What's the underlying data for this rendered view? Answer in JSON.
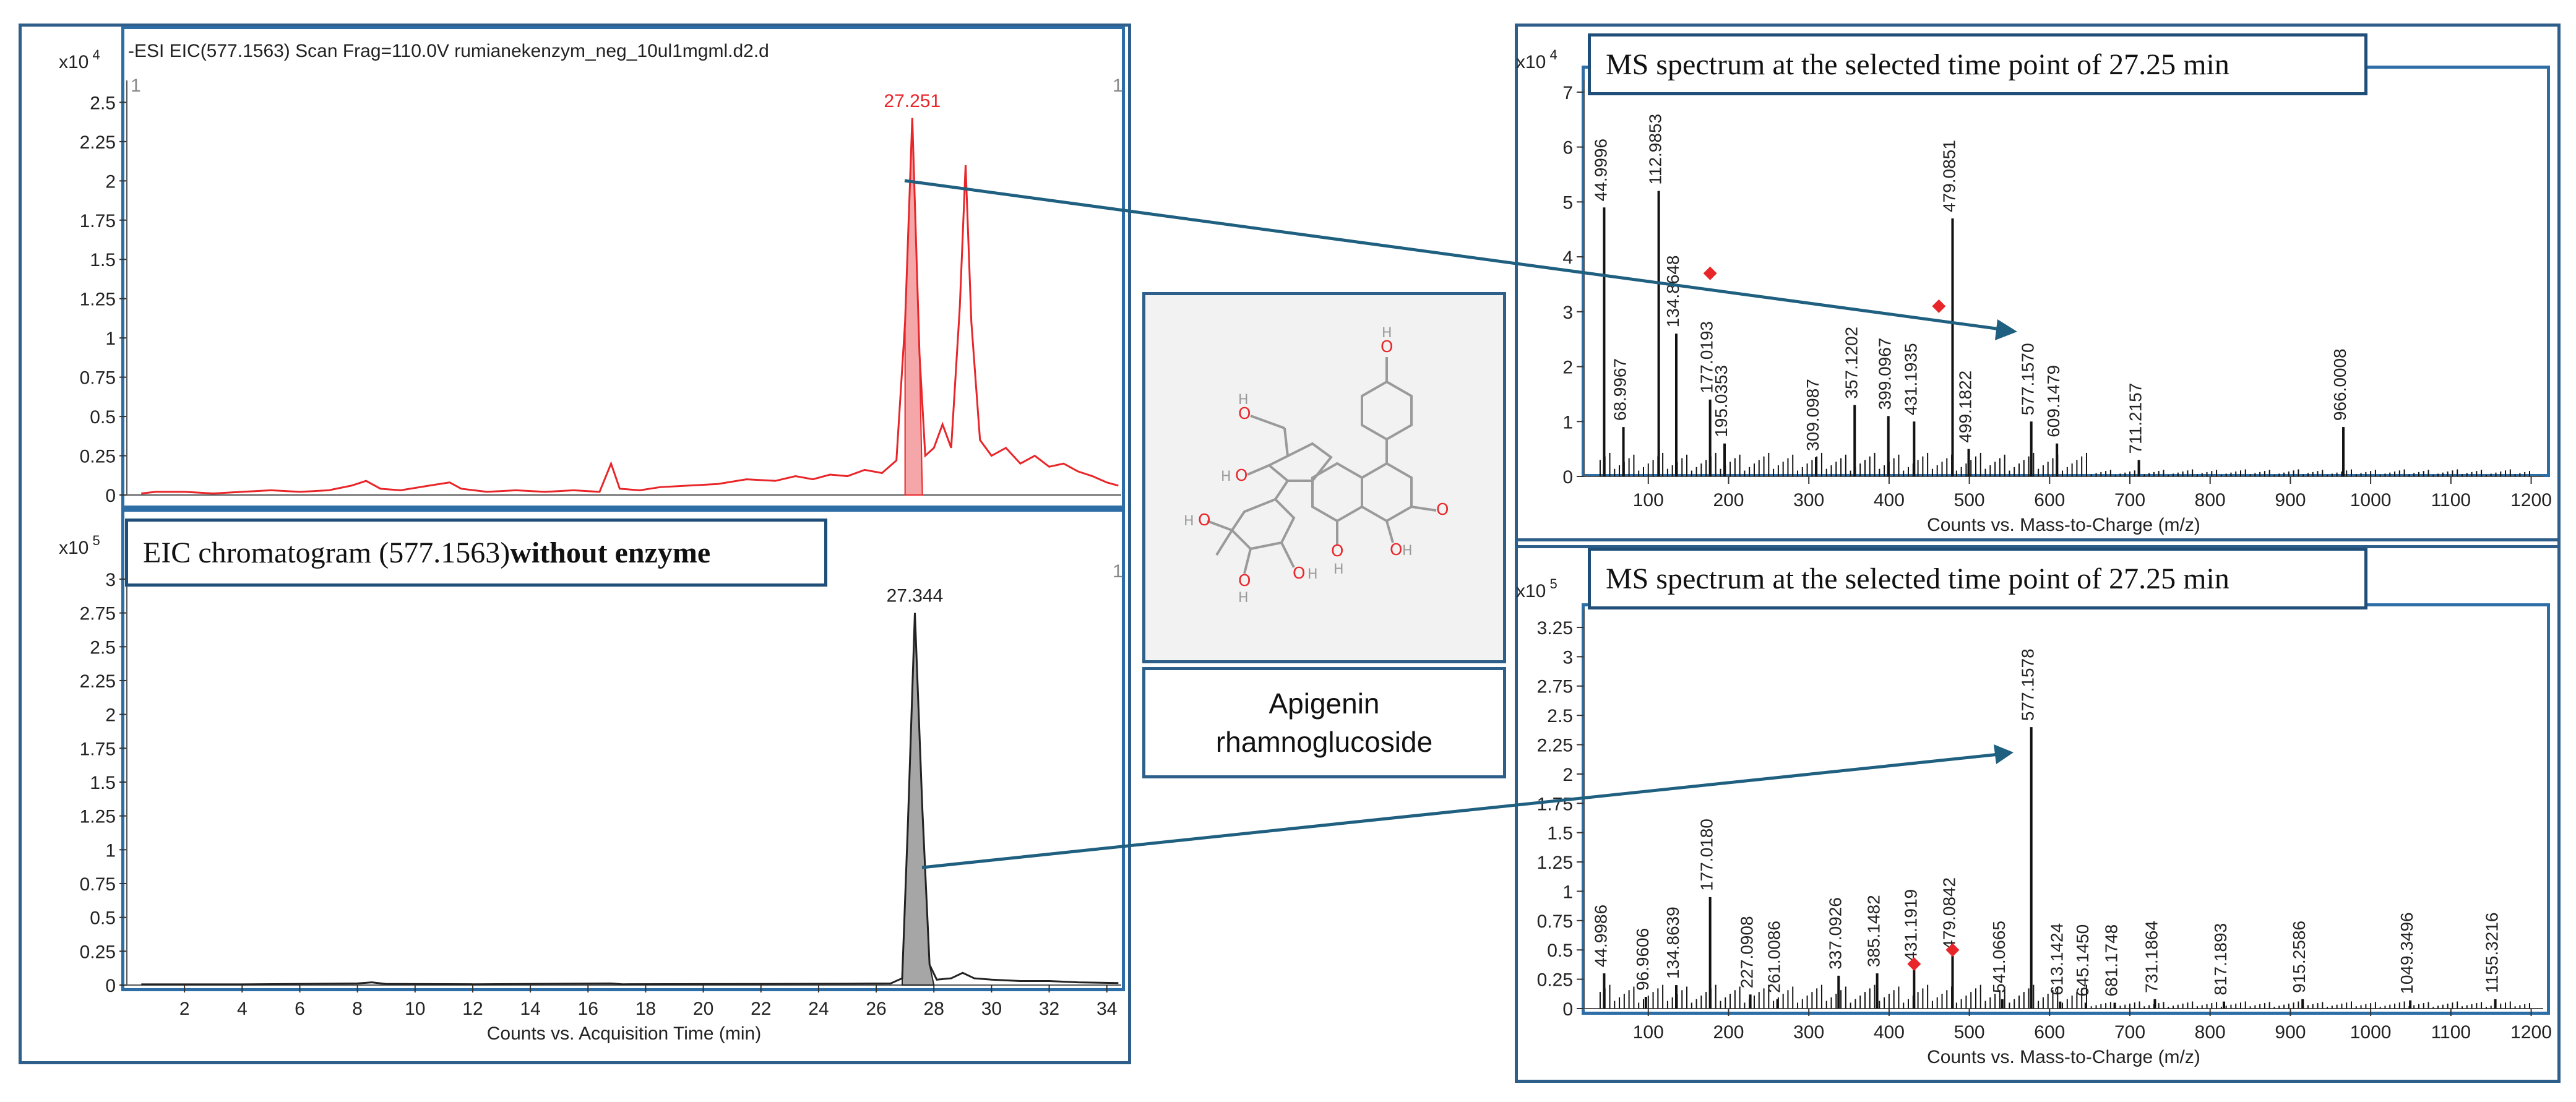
{
  "compound": {
    "line1": "Apigenin",
    "line2": "rhamnoglucoside"
  },
  "colors": {
    "frame": "#2e5f8a",
    "arrow": "#1f5f7f",
    "eic_enzyme": "#e8262a",
    "eic_fill": "#f4a6a8",
    "eic_control": "#222222",
    "control_fill": "#a6a6a6",
    "marker": "#e8262a",
    "structure": "#9a9a9a",
    "heteroatom": "#e8262a"
  },
  "chart_data": [
    {
      "id": "eic_with_enzyme",
      "type": "line",
      "header": "-ESI  EIC(577.1563)  Scan  Frag=110.0V  rumianekenzym_neg_10ul1mgml.d2.d",
      "y_exponent_label": "x10",
      "y_exponent": "4",
      "corner_left": "1",
      "corner_right": "1",
      "ylim": [
        0,
        2.6
      ],
      "y_ticks": [
        "0",
        "0.25",
        "0.5",
        "0.75",
        "1",
        "1.25",
        "1.5",
        "1.75",
        "2",
        "2.25",
        "2.5"
      ],
      "xlim": [
        0,
        34.5
      ],
      "peak_label": "27.251",
      "shaded_range": [
        27.0,
        27.6
      ],
      "points": [
        [
          0.5,
          0.01
        ],
        [
          1,
          0.02
        ],
        [
          2,
          0.02
        ],
        [
          3,
          0.01
        ],
        [
          4,
          0.02
        ],
        [
          5,
          0.03
        ],
        [
          6,
          0.02
        ],
        [
          7,
          0.03
        ],
        [
          7.8,
          0.06
        ],
        [
          8.3,
          0.09
        ],
        [
          8.8,
          0.04
        ],
        [
          9.5,
          0.03
        ],
        [
          10.5,
          0.06
        ],
        [
          11.2,
          0.08
        ],
        [
          11.6,
          0.04
        ],
        [
          12.5,
          0.02
        ],
        [
          13.5,
          0.03
        ],
        [
          14.5,
          0.02
        ],
        [
          15.5,
          0.03
        ],
        [
          16.4,
          0.02
        ],
        [
          16.8,
          0.2
        ],
        [
          17.1,
          0.04
        ],
        [
          17.8,
          0.03
        ],
        [
          18.5,
          0.05
        ],
        [
          19.5,
          0.06
        ],
        [
          20.5,
          0.07
        ],
        [
          21.5,
          0.1
        ],
        [
          22.5,
          0.09
        ],
        [
          23.2,
          0.12
        ],
        [
          23.8,
          0.1
        ],
        [
          24.4,
          0.13
        ],
        [
          25,
          0.12
        ],
        [
          25.6,
          0.16
        ],
        [
          26.2,
          0.14
        ],
        [
          26.7,
          0.22
        ],
        [
          27.0,
          1.1
        ],
        [
          27.25,
          2.4
        ],
        [
          27.5,
          0.9
        ],
        [
          27.7,
          0.25
        ],
        [
          28.0,
          0.3
        ],
        [
          28.3,
          0.45
        ],
        [
          28.6,
          0.3
        ],
        [
          28.9,
          1.2
        ],
        [
          29.1,
          2.1
        ],
        [
          29.3,
          1.1
        ],
        [
          29.6,
          0.35
        ],
        [
          30.0,
          0.25
        ],
        [
          30.5,
          0.3
        ],
        [
          31,
          0.2
        ],
        [
          31.5,
          0.25
        ],
        [
          32,
          0.18
        ],
        [
          32.5,
          0.2
        ],
        [
          33,
          0.15
        ],
        [
          33.5,
          0.12
        ],
        [
          34,
          0.08
        ],
        [
          34.4,
          0.06
        ]
      ]
    },
    {
      "id": "eic_without_enzyme",
      "type": "line",
      "title": "EIC chromatogram (577.1563) ",
      "title_bold": "without enzyme",
      "y_exponent_label": "x10",
      "y_exponent": "5",
      "corner_right": "1",
      "ylim": [
        0,
        3.05
      ],
      "y_ticks": [
        "0",
        "0.25",
        "0.5",
        "0.75",
        "1",
        "1.25",
        "1.5",
        "1.75",
        "2",
        "2.25",
        "2.5",
        "2.75",
        "3"
      ],
      "xlim": [
        0,
        34.5
      ],
      "x_ticks": [
        "2",
        "4",
        "6",
        "8",
        "10",
        "12",
        "14",
        "16",
        "18",
        "20",
        "22",
        "24",
        "26",
        "28",
        "30",
        "32",
        "34"
      ],
      "xlabel": "Counts vs. Acquisition Time (min)",
      "peak_label": "27.344",
      "shaded_range": [
        26.9,
        28.0
      ],
      "points": [
        [
          0.5,
          0.005
        ],
        [
          4,
          0.005
        ],
        [
          8,
          0.012
        ],
        [
          8.5,
          0.02
        ],
        [
          9,
          0.008
        ],
        [
          12,
          0.006
        ],
        [
          16.8,
          0.012
        ],
        [
          17.2,
          0.006
        ],
        [
          22,
          0.008
        ],
        [
          25,
          0.01
        ],
        [
          26.5,
          0.012
        ],
        [
          26.9,
          0.05
        ],
        [
          27.1,
          1.2
        ],
        [
          27.34,
          2.75
        ],
        [
          27.6,
          1.3
        ],
        [
          27.85,
          0.15
        ],
        [
          28.1,
          0.04
        ],
        [
          28.6,
          0.05
        ],
        [
          29.0,
          0.09
        ],
        [
          29.4,
          0.05
        ],
        [
          30,
          0.04
        ],
        [
          31,
          0.03
        ],
        [
          32,
          0.03
        ],
        [
          33,
          0.02
        ],
        [
          34.4,
          0.015
        ]
      ]
    },
    {
      "id": "ms_with_enzyme",
      "type": "bar",
      "title": "MS spectrum at the selected time point of 27.25 min",
      "y_exponent_label": "x10",
      "y_exponent": "4",
      "ylim": [
        0,
        7.1
      ],
      "y_ticks": [
        "0",
        "1",
        "2",
        "3",
        "4",
        "5",
        "6",
        "7"
      ],
      "xlim": [
        20,
        1215
      ],
      "x_ticks": [
        "100",
        "200",
        "300",
        "400",
        "500",
        "600",
        "700",
        "800",
        "900",
        "1000",
        "1100",
        "1200"
      ],
      "xlabel": "Counts vs. Mass-to-Charge (m/z)",
      "peaks": [
        [
          44.9996,
          4.9,
          "44.9996"
        ],
        [
          68.9967,
          0.9,
          "68.9967"
        ],
        [
          112.9853,
          5.2,
          "112.9853"
        ],
        [
          134.8648,
          2.6,
          "134.8648"
        ],
        [
          177.0193,
          1.4,
          "177.0193"
        ],
        [
          195.0353,
          0.6,
          "195.0353"
        ],
        [
          309.0987,
          0.35,
          "309.0987"
        ],
        [
          357.1202,
          1.3,
          "357.1202"
        ],
        [
          399.0967,
          1.1,
          "399.0967"
        ],
        [
          431.1935,
          1.0,
          "431.1935"
        ],
        [
          479.0851,
          4.7,
          "479.0851"
        ],
        [
          499.1822,
          0.5,
          "499.1822"
        ],
        [
          577.157,
          1.0,
          "577.1570"
        ],
        [
          609.1479,
          0.6,
          "609.1479"
        ],
        [
          711.2157,
          0.3,
          "711.2157"
        ],
        [
          966.0008,
          0.9,
          "966.0008"
        ]
      ],
      "markers": [
        [
          177.0193,
          3.7
        ],
        [
          462,
          3.1
        ]
      ]
    },
    {
      "id": "ms_without_enzyme",
      "type": "bar",
      "title": "MS spectrum at the selected time point of 27.25 min",
      "y_exponent_label": "x10",
      "y_exponent": "5",
      "ylim": [
        0,
        3.35
      ],
      "y_ticks": [
        "0",
        "0.25",
        "0.5",
        "0.75",
        "1",
        "1.25",
        "1.5",
        "1.75",
        "2",
        "2.25",
        "2.5",
        "2.75",
        "3",
        "3.25"
      ],
      "xlim": [
        20,
        1215
      ],
      "x_ticks": [
        "100",
        "200",
        "300",
        "400",
        "500",
        "600",
        "700",
        "800",
        "900",
        "1000",
        "1100",
        "1200"
      ],
      "xlabel": "Counts vs. Mass-to-Charge (m/z)",
      "peaks": [
        [
          44.9986,
          0.3,
          "44.9986"
        ],
        [
          96.9606,
          0.1,
          "96.9606"
        ],
        [
          134.8639,
          0.2,
          "134.8639"
        ],
        [
          177.018,
          0.95,
          "177.0180"
        ],
        [
          227.0908,
          0.12,
          "227.0908"
        ],
        [
          261.0086,
          0.08,
          "261.0086"
        ],
        [
          337.0926,
          0.28,
          "337.0926"
        ],
        [
          385.1482,
          0.3,
          "385.1482"
        ],
        [
          431.1919,
          0.35,
          "431.1919"
        ],
        [
          479.0842,
          0.45,
          "479.0842"
        ],
        [
          541.0665,
          0.08,
          "541.0665"
        ],
        [
          577.1578,
          2.4,
          "577.1578"
        ],
        [
          613.1424,
          0.06,
          "613.1424"
        ],
        [
          645.145,
          0.05,
          "645.1450"
        ],
        [
          681.1748,
          0.05,
          "681.1748"
        ],
        [
          731.1864,
          0.08,
          "731.1864"
        ],
        [
          817.1893,
          0.06,
          "817.1893"
        ],
        [
          915.2586,
          0.08,
          "915.2586"
        ],
        [
          1049.3496,
          0.07,
          "1049.3496"
        ],
        [
          1155.3216,
          0.08,
          "1155.3216"
        ]
      ],
      "markers": [
        [
          431.1919,
          0.38
        ],
        [
          479.0842,
          0.5
        ]
      ]
    }
  ]
}
